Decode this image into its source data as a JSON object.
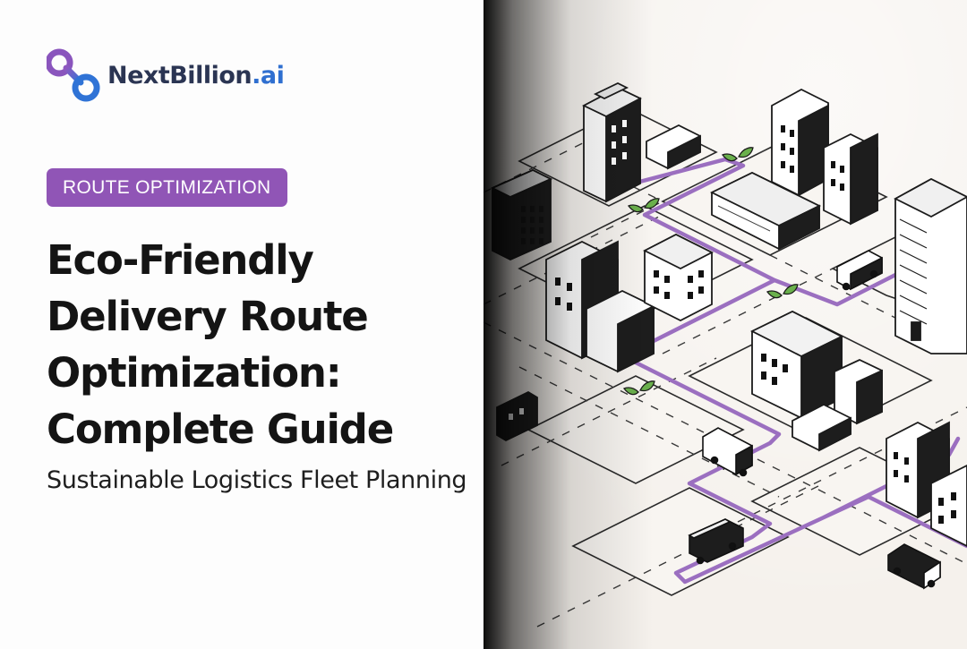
{
  "brand": {
    "name_part1": "NextBillion",
    "name_part2": ".ai",
    "logo_icon": "infinity-loop-logo"
  },
  "badge": {
    "label": "ROUTE OPTIMIZATION",
    "color": "#9055b6"
  },
  "title": "Eco-Friendly Delivery Route Optimization: Complete Guide",
  "subtitle": "Sustainable Logistics Fleet Planning",
  "illustration": {
    "type": "isometric-city-map",
    "route_color": "#9b6fc0",
    "leaf_color": "#6ab04c",
    "icons": [
      "building-icon",
      "delivery-van-icon",
      "leaf-icon",
      "route-path"
    ]
  }
}
